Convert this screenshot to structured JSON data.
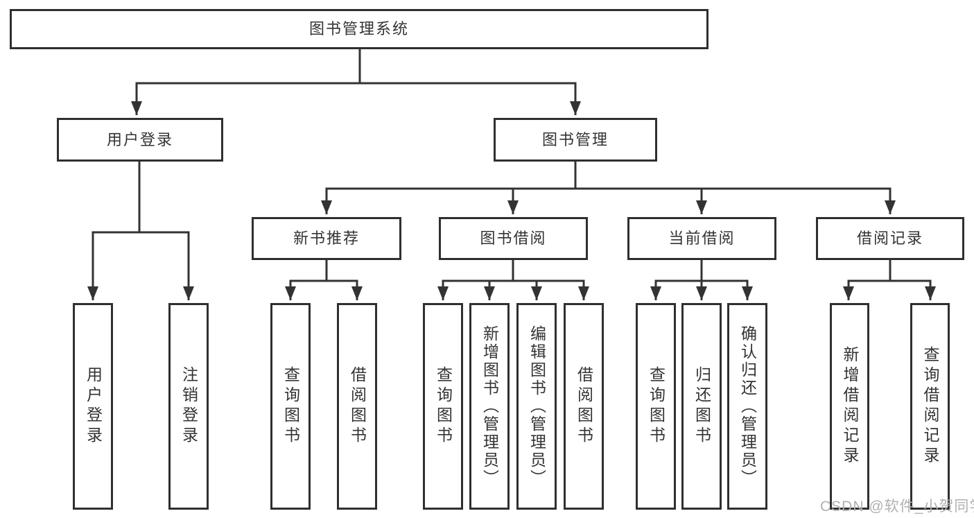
{
  "diagram": {
    "root": "图书管理系统",
    "level2": [
      "用户登录",
      "图书管理"
    ],
    "level3": [
      "新书推荐",
      "图书借阅",
      "当前借阅",
      "借阅记录"
    ],
    "leaves": {
      "user_login": [
        "用户登录",
        "注销登录"
      ],
      "new_book": [
        "查询图书",
        "借阅图书"
      ],
      "book_borrow": [
        "查询图书",
        "新增图书（管理员）",
        "编辑图书（管理员）",
        "借阅图书"
      ],
      "current_borrow": [
        "查询图书",
        "归还图书",
        "确认归还（管理员）"
      ],
      "records": [
        "新增借阅记录",
        "查询借阅记录"
      ]
    }
  },
  "watermark": "CSDN @软件_小贺同学",
  "colors": {
    "line": "#333333",
    "border": "#2f2f2f",
    "text": "#333333",
    "watermark_text": "#b0b0b0",
    "background": "#ffffff"
  }
}
